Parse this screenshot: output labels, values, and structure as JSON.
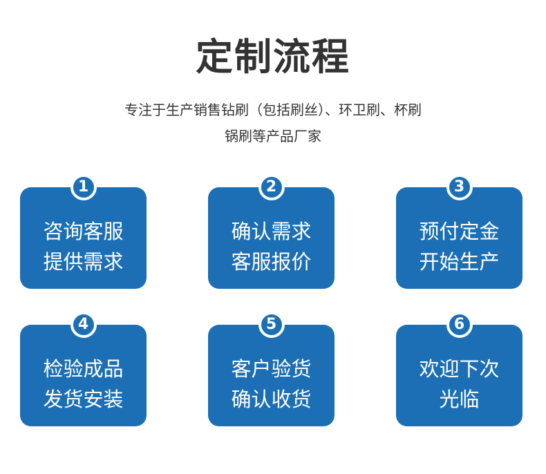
{
  "title": "定制流程",
  "subtitle": {
    "line1": "专注于生产销售钻刷（包括刷丝）、环卫刷、杯刷",
    "line2": "锅刷等产品厂家"
  },
  "accent_color": "#1c6fb5",
  "steps": [
    {
      "number": "1",
      "line1": "咨询客服",
      "line2": "提供需求"
    },
    {
      "number": "2",
      "line1": "确认需求",
      "line2": "客服报价"
    },
    {
      "number": "3",
      "line1": "预付定金",
      "line2": "开始生产"
    },
    {
      "number": "4",
      "line1": "检验成品",
      "line2": "发货安装"
    },
    {
      "number": "5",
      "line1": "客户验货",
      "line2": "确认收货"
    },
    {
      "number": "6",
      "line1": "欢迎下次",
      "line2": "光临"
    }
  ]
}
